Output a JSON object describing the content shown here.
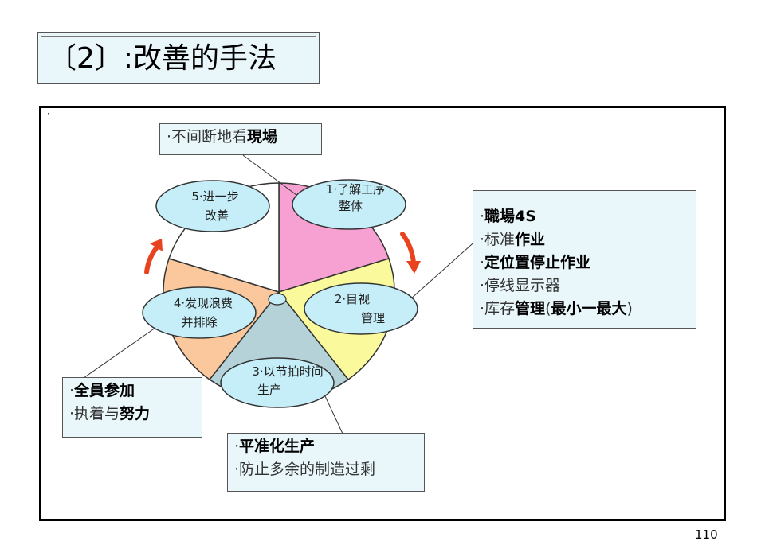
{
  "title": "〔2〕:改善的手法",
  "frame_mark": "·",
  "page_number": "110",
  "colors": {
    "segment_1": "#f6a1d2",
    "segment_2": "#fafa9c",
    "segment_3": "#b4d2d8",
    "segment_4": "#fac89c",
    "segment_5": "#ffffff",
    "ellipse_fill": "#c6eef8",
    "arrow": "#e8421e"
  },
  "steps": [
    {
      "line1": "1·了解工序",
      "line2": "整体"
    },
    {
      "line1": "2·目视",
      "line2": "管理"
    },
    {
      "line1": "3·以节拍时间",
      "line2": "生产"
    },
    {
      "line1": "4·发现浪费",
      "line2": "并排除"
    },
    {
      "line1": "5·进一步",
      "line2": "改善"
    }
  ],
  "callouts": {
    "top": [
      "·不间断地看",
      "現場"
    ],
    "right": [
      [
        "·",
        "職場4S"
      ],
      [
        "·标准",
        "作业"
      ],
      [
        "·",
        "定位置停止作业"
      ],
      [
        "·停线显示器",
        ""
      ],
      [
        "·库存",
        "管理",
        "(",
        "最小一最大",
        ")"
      ]
    ],
    "left": [
      [
        "·",
        "全員参加"
      ],
      [
        "·执着与",
        "努力"
      ]
    ],
    "bottom": [
      [
        "·",
        "平准化生产"
      ],
      [
        "·防止多余的制造过剩",
        ""
      ]
    ]
  }
}
